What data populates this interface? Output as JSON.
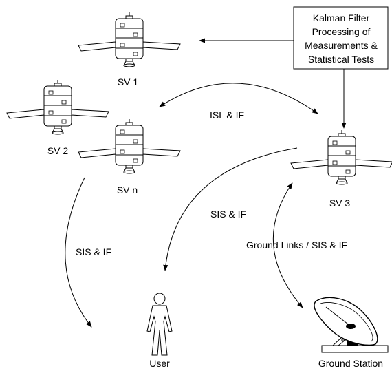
{
  "filter_box": {
    "lines": [
      "Kalman Filter",
      "Processing of",
      "Measurements &",
      "Statistical Tests"
    ]
  },
  "satellites": {
    "sv1": "SV 1",
    "sv2": "SV 2",
    "svn": "SV n",
    "sv3": "SV 3"
  },
  "links": {
    "isl": "ISL & IF",
    "sis_left": "SIS & IF",
    "sis_center": "SIS & IF",
    "ground": "Ground Links / SIS & IF"
  },
  "nodes": {
    "user": "User",
    "ground_station": "Ground Station"
  },
  "icons": [
    "satellite-icon",
    "user-icon",
    "dish-antenna-icon"
  ],
  "colors": {
    "ink": "#000000",
    "background": "#ffffff",
    "dish_face": "#ffffff"
  }
}
